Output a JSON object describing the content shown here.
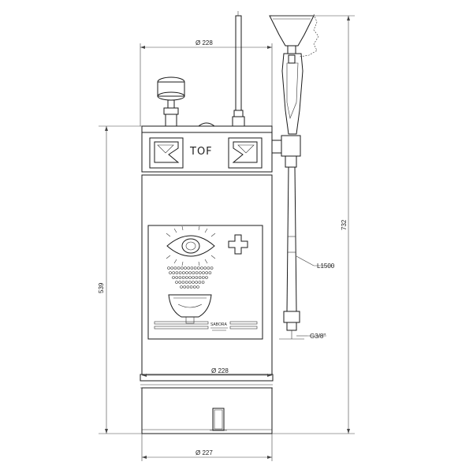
{
  "dimensions": {
    "top_width": "Ø 228",
    "mid_width": "Ø 228",
    "bottom_width": "Ø 227",
    "body_height": "539",
    "total_height": "732",
    "hose_length": "L1500",
    "thread": "G3/8\""
  },
  "labels": {
    "logo": "TOF",
    "brand": "SABORA"
  },
  "colors": {
    "line": "#1a1a1a",
    "background": "#ffffff"
  },
  "icons": [
    "eye-icon",
    "cross-icon",
    "spray-icon",
    "basin-icon",
    "gauge-icon",
    "funnel-icon"
  ]
}
